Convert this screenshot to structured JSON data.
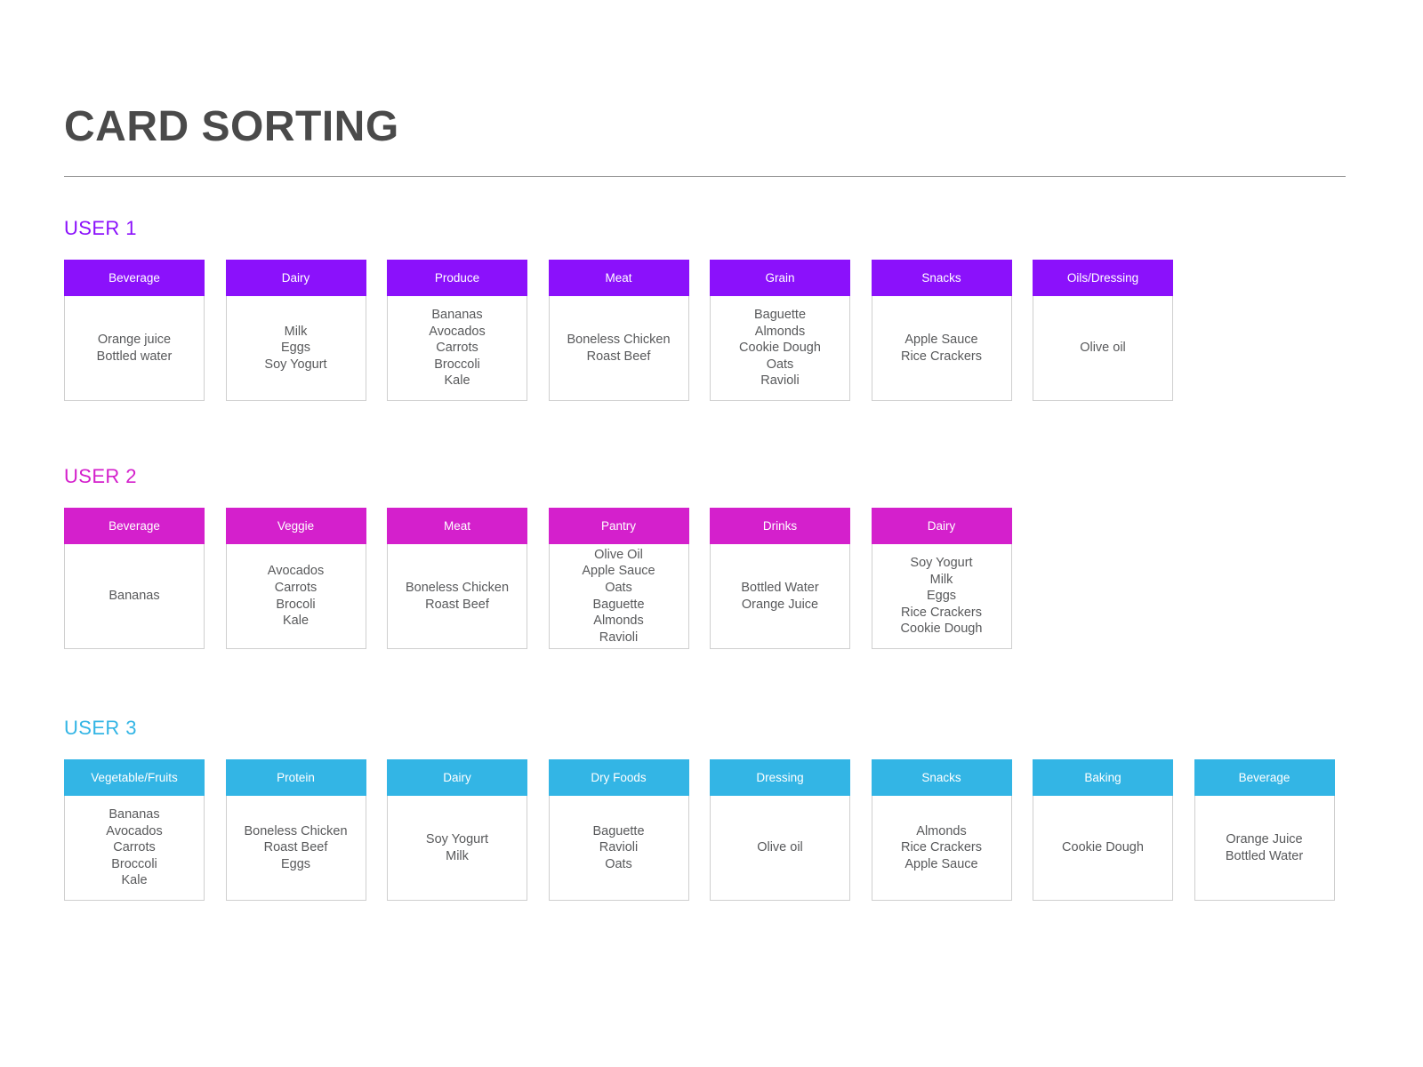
{
  "document": {
    "title": "CARD SORTING"
  },
  "palette": {
    "user1": "#8B11FB",
    "user2": "#D420CC",
    "user3": "#33B5E5",
    "title_text": "#4a4a4a",
    "rule": "#9b9b9b",
    "card_border": "#cfcfcf",
    "item_text": "#58595b",
    "header_text": "#ffffff"
  },
  "users": [
    {
      "label": "USER 1",
      "color": "#8B11FB",
      "cards": [
        {
          "category": "Beverage",
          "items": [
            "Orange juice",
            "Bottled water"
          ]
        },
        {
          "category": "Dairy",
          "items": [
            "Milk",
            "Eggs",
            "Soy Yogurt"
          ]
        },
        {
          "category": "Produce",
          "items": [
            "Bananas",
            "Avocados",
            "Carrots",
            "Broccoli",
            "Kale"
          ]
        },
        {
          "category": "Meat",
          "items": [
            "Boneless Chicken",
            "Roast Beef"
          ]
        },
        {
          "category": "Grain",
          "items": [
            "Baguette",
            "Almonds",
            "Cookie Dough",
            "Oats",
            "Ravioli"
          ]
        },
        {
          "category": "Snacks",
          "items": [
            "Apple Sauce",
            "Rice Crackers"
          ]
        },
        {
          "category": "Oils/Dressing",
          "items": [
            "Olive oil"
          ]
        }
      ]
    },
    {
      "label": "USER 2",
      "color": "#D420CC",
      "cards": [
        {
          "category": "Beverage",
          "items": [
            "Bananas"
          ]
        },
        {
          "category": "Veggie",
          "items": [
            "Avocados",
            "Carrots",
            "Brocoli",
            "Kale"
          ]
        },
        {
          "category": "Meat",
          "items": [
            "Boneless Chicken",
            "Roast Beef"
          ]
        },
        {
          "category": "Pantry",
          "items": [
            "Olive Oil",
            "Apple Sauce",
            "Oats",
            "Baguette",
            "Almonds",
            "Ravioli"
          ]
        },
        {
          "category": "Drinks",
          "items": [
            "Bottled Water",
            "Orange Juice"
          ]
        },
        {
          "category": "Dairy",
          "items": [
            "Soy Yogurt",
            "Milk",
            "Eggs",
            "Rice Crackers",
            "Cookie Dough"
          ]
        }
      ]
    },
    {
      "label": "USER 3",
      "color": "#33B5E5",
      "cards": [
        {
          "category": "Vegetable/Fruits",
          "items": [
            "Bananas",
            "Avocados",
            "Carrots",
            "Broccoli",
            "Kale"
          ]
        },
        {
          "category": "Protein",
          "items": [
            "Boneless Chicken",
            "Roast Beef",
            "Eggs"
          ]
        },
        {
          "category": "Dairy",
          "items": [
            "Soy Yogurt",
            "Milk"
          ]
        },
        {
          "category": "Dry Foods",
          "items": [
            "Baguette",
            "Ravioli",
            "Oats"
          ]
        },
        {
          "category": "Dressing",
          "items": [
            "Olive oil"
          ]
        },
        {
          "category": "Snacks",
          "items": [
            "Almonds",
            "Rice Crackers",
            "Apple Sauce"
          ]
        },
        {
          "category": "Baking",
          "items": [
            "Cookie Dough"
          ]
        },
        {
          "category": "Beverage",
          "items": [
            "Orange Juice",
            "Bottled Water"
          ]
        }
      ]
    }
  ]
}
